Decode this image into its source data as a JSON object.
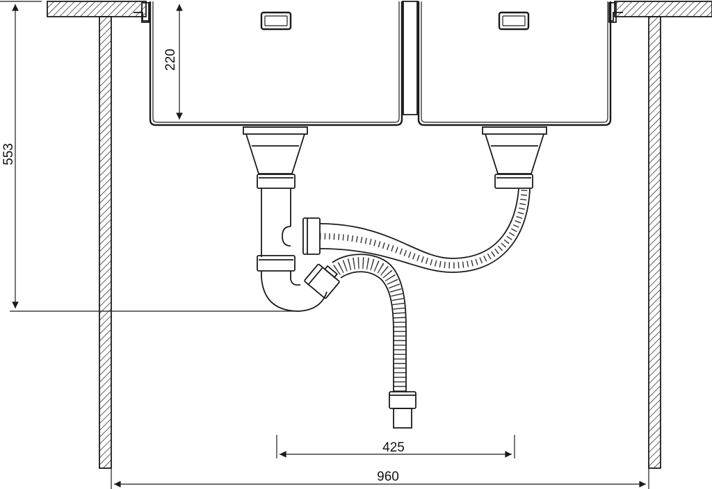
{
  "dimensions": {
    "total_height": "553",
    "bowl_depth": "220",
    "outlet_spacing": "425",
    "cabinet_width": "960"
  },
  "colors": {
    "line": "#1a1a1a",
    "background": "#ffffff"
  }
}
